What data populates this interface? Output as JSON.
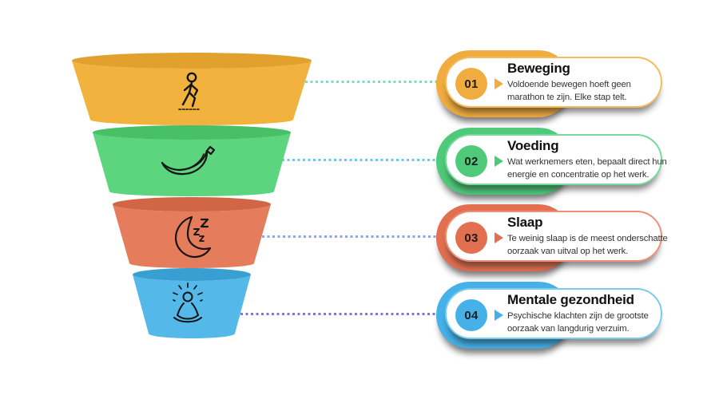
{
  "colors": {
    "background": "#FFFFFF",
    "title_text": "#101010",
    "desc_text": "#333333",
    "number_text": "#1B1B1B",
    "icon_stroke": "#141414"
  },
  "funnel": {
    "levels": [
      {
        "name": "beweging-level",
        "icon": "walking-person-icon",
        "body_color": "#F1B23E",
        "top_color": "#E2A02C"
      },
      {
        "name": "voeding-level",
        "icon": "banana-icon",
        "body_color": "#5DD47E",
        "top_color": "#48C065"
      },
      {
        "name": "slaap-level",
        "icon": "sleeping-moon-icon",
        "body_color": "#E57C5C",
        "top_color": "#D16647"
      },
      {
        "name": "mentale-gezondheid-level",
        "icon": "meditating-person-icon",
        "body_color": "#54B8E9",
        "top_color": "#399FD3"
      }
    ]
  },
  "cards": [
    {
      "number": "01",
      "title": "Beweging",
      "desc_line1": "Voldoende bewegen hoeft geen",
      "desc_line2": "marathon te zijn. Elke stap telt.",
      "accent": "#F0AC3E",
      "border_color": "#F3BC5A",
      "line_color": "#7EDAC4"
    },
    {
      "number": "02",
      "title": "Voeding",
      "desc_line1": "Wat werknemers eten, bepaalt direct hun",
      "desc_line2": "energie en concentratie op het werk.",
      "accent": "#4FCA7A",
      "border_color": "#79D89B",
      "line_color": "#69C8EE"
    },
    {
      "number": "03",
      "title": "Slaap",
      "desc_line1": "Te weinig slaap is de meest onderschatte",
      "desc_line2": "oorzaak van uitval op het werk.",
      "accent": "#E26F50",
      "border_color": "#EB9077",
      "line_color": "#8CA5E9"
    },
    {
      "number": "04",
      "title": "Mentale gezondheid",
      "desc_line1": "Psychische klachten zijn de grootste",
      "desc_line2": "oorzaak van langdurig verzuim.",
      "accent": "#45B1E8",
      "border_color": "#79CBF0",
      "line_color": "#8173DE"
    }
  ]
}
